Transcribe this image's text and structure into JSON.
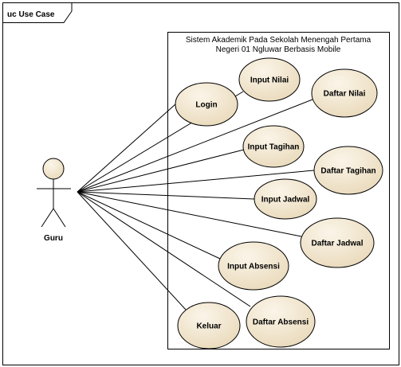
{
  "frame": {
    "label": "uc Use Case"
  },
  "system": {
    "title_line1": "Sistem Akademik Pada Sekolah Menengah Pertama",
    "title_line2": "Negeri 01 Ngluwar Berbasis Mobile"
  },
  "actor": {
    "name": "Guru",
    "icon": "stick-figure-actor-icon"
  },
  "use_cases": [
    {
      "id": "login",
      "label": "Login"
    },
    {
      "id": "input-nilai",
      "label": "Input Nilai"
    },
    {
      "id": "daftar-nilai",
      "label": "Daftar Nilai"
    },
    {
      "id": "input-tagihan",
      "label": "Input Tagihan"
    },
    {
      "id": "daftar-tagihan",
      "label": "Daftar Tagihan"
    },
    {
      "id": "input-jadwal",
      "label": "Input Jadwal"
    },
    {
      "id": "daftar-jadwal",
      "label": "Daftar Jadwal"
    },
    {
      "id": "input-absensi",
      "label": "Input Absensi"
    },
    {
      "id": "keluar",
      "label": "Keluar"
    },
    {
      "id": "daftar-absensi",
      "label": "Daftar Absensi"
    }
  ],
  "colors": {
    "use_case_fill": "#f2e6cf",
    "line": "#000000"
  }
}
